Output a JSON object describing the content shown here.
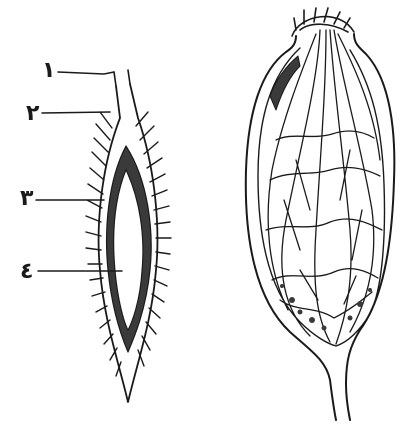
{
  "labels": {
    "l1": "١",
    "l2": "٢",
    "l3": "٣",
    "l4": "٤"
  },
  "colors": {
    "ink": "#1a1a1a",
    "dark_layer": "#3a3a3a",
    "paper": "#ffffff"
  }
}
